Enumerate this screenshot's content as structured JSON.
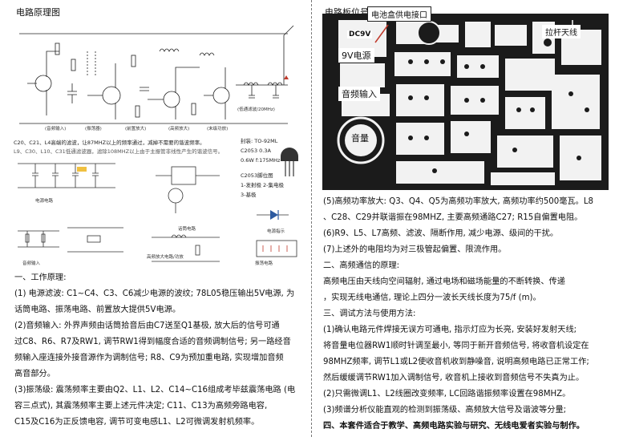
{
  "left": {
    "title": "电路原理图",
    "stage_labels": [
      "(音频输入)",
      "(振荡器)",
      "(前置放大)",
      "(高频放大)",
      "(末级功放)",
      "(低通滤波/20MHz)"
    ],
    "caps_note_1": "C20、C21、L4高端的滤波，让87MHZ以上的频率通过，减掉不需要的谐波频率。",
    "caps_note_2": "L9、C30、L10、C31低通滤波器，滤除108MHZ以上由于主振管非线性产生的谐波信号。",
    "transistor_info": [
      "封装: TO-92ML",
      "C2053  0.3A",
      "0.6W  f:175MHz"
    ],
    "pinout": [
      "C2053脚位图",
      "1-发射极  2-集电极",
      "3-基极"
    ],
    "sub_labels": [
      "电源电路",
      "音频输入",
      "话筒电路",
      "电源指示",
      "高频放大电路/功放",
      "振荡电路"
    ],
    "section_heading": "一、工作原理:",
    "paragraphs": [
      "(1) 电源滤波: C1~C4、C3、C6减少电源的波纹; 78L05稳压输出5V电源, 为",
      "话筒电路、振荡电路、前置放大提供5V电源。",
      "(2)音频输入: 外界声频由话筒拾音后由C7送至Q1基极, 放大后的信号可通",
      "过C8、R6、R7及RW1, 调节RW1得到幅度合适的音频调制信号; 另一路经音",
      "频输入座连接外接音源作为调制信号; R8、C9为预加重电路, 实现增加音频",
      "高音部分。",
      "(3)振荡级: 震荡频率主要由Q2、L1、L2、C14~C16组成考毕兹震荡电路 (电",
      "容三点式), 其震荡频率主要上述元件决定; C11、C13为高频旁路电容,",
      "C15及C16为正反馈电容, 调节可变电感L1、L2可微调发射机频率。"
    ]
  },
  "right": {
    "title": "电路板位号图",
    "battery_label": "电池盒供电接口",
    "antenna_label": "拉杆天线",
    "power_label": "9V电源",
    "audio_label": "音频输入",
    "volume_label": "音量",
    "dc_label": "DC9V",
    "paragraphs": [
      "(5)高频功率放大: Q3、Q4、Q5为高频功率放大, 高频功率约500毫瓦。L8",
      "、C28、C29并联谐振在98MHZ, 主要高频通路C27; R15自偏置电阻。",
      "(6)R9、L5、L7高频、滤波、隔断作用, 减少电源、级间的干扰。",
      "(7)上述外的电阻均为对三极管起偏置、限流作用。",
      "二、高频通信的原理:",
      "      高频电压由天线向空间辐射, 通过电场和磁场能量的不断转换、传递",
      "，实现无线电通信, 理论上四分一波长天线长度为75/f (m)。",
      "三、调试方法与使用方法:",
      "(1)确认电路元件焊接无误方可通电, 指示灯应为长亮, 安装好发射天线;",
      "将音量电位器RW1顺时针调至最小, 等同于新开音频信号, 将收音机设定在",
      "98MHZ频率, 调节L1或L2使收音机收到静噪音, 说明高频电路已正常工作;",
      "然后缓缓调节RW1加入调制信号, 收音机上接收到音频信号不失真为止。",
      "(2)只需微调L1、L2线圈改变频率, LC回路谐振频率设置在98MHZ。",
      "(3)频谱分析仪能直观的检测到振荡级、高频放大信号及谐波等分量;",
      "四、本套件适合于教学、高频电路实验与研究、无线电爱者实验与制作。"
    ]
  },
  "colors": {
    "pcb_dark": "#1b1b1b",
    "pcb_trace": "#f2f2f2",
    "schematic_red": "#c0392b",
    "schematic_blue": "#2c5aa0"
  }
}
